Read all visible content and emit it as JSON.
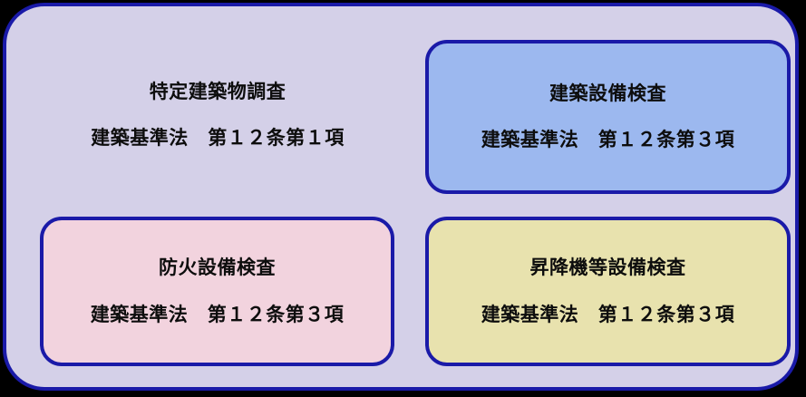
{
  "diagram": {
    "background_color": "#000000",
    "panel_color": "#d4d0e8",
    "border_color": "#1a1aa8",
    "cells": [
      {
        "id": "tokutei-kenchikubutsu-chosa",
        "title": "特定建築物調査",
        "statute": "建築基準法　第１２条第１項",
        "fill_color": "#d4d0e8",
        "boxed": false
      },
      {
        "id": "kenchiku-setsubi-kensa",
        "title": "建築設備検査",
        "statute": "建築基準法　第１２条第３項",
        "fill_color": "#9cb8ef",
        "boxed": true
      },
      {
        "id": "boka-setsubi-kensa",
        "title": "防火設備検査",
        "statute": "建築基準法　第１２条第３項",
        "fill_color": "#f2d3de",
        "boxed": true
      },
      {
        "id": "shoukouki-to-setsubi-kensa",
        "title": "昇降機等設備検査",
        "statute": "建築基準法　第１２条第３項",
        "fill_color": "#e8e2ae",
        "boxed": true
      }
    ]
  }
}
